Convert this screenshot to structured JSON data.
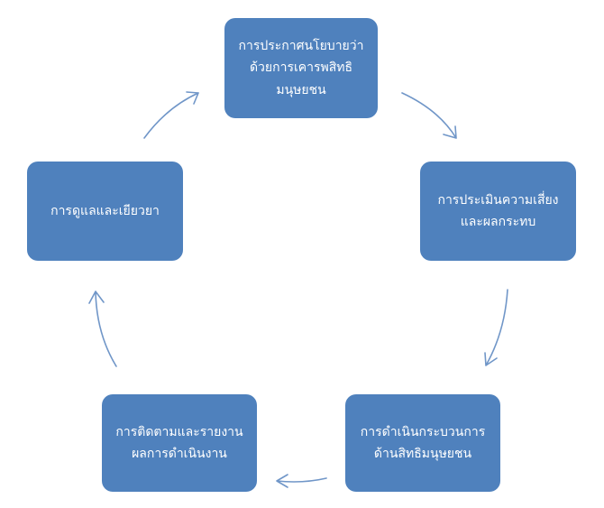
{
  "diagram": {
    "colors": {
      "box_fill": "#4f81bd",
      "box_text": "#ffffff",
      "arrow": "#7096c8"
    },
    "nodes": [
      {
        "id": "declare",
        "lines": [
          "การประกาศนโยบายว่า",
          "ด้วยการเคารพสิทธิ",
          "มนุษยชน"
        ]
      },
      {
        "id": "assess",
        "lines": [
          "การประเมินความเสี่ยง",
          "และผลกระทบ"
        ]
      },
      {
        "id": "operate",
        "lines": [
          "การดำเนินกระบวนการ",
          "ด้านสิทธิมนุษยชน"
        ]
      },
      {
        "id": "monitor",
        "lines": [
          "การติดตามและรายงาน",
          "ผลการดำเนินงาน"
        ]
      },
      {
        "id": "remedy",
        "lines": [
          "การดูแลและเยียวยา"
        ]
      }
    ],
    "edges": [
      {
        "from": "declare",
        "to": "assess"
      },
      {
        "from": "assess",
        "to": "operate"
      },
      {
        "from": "operate",
        "to": "monitor"
      },
      {
        "from": "monitor",
        "to": "remedy"
      },
      {
        "from": "remedy",
        "to": "declare"
      }
    ]
  }
}
